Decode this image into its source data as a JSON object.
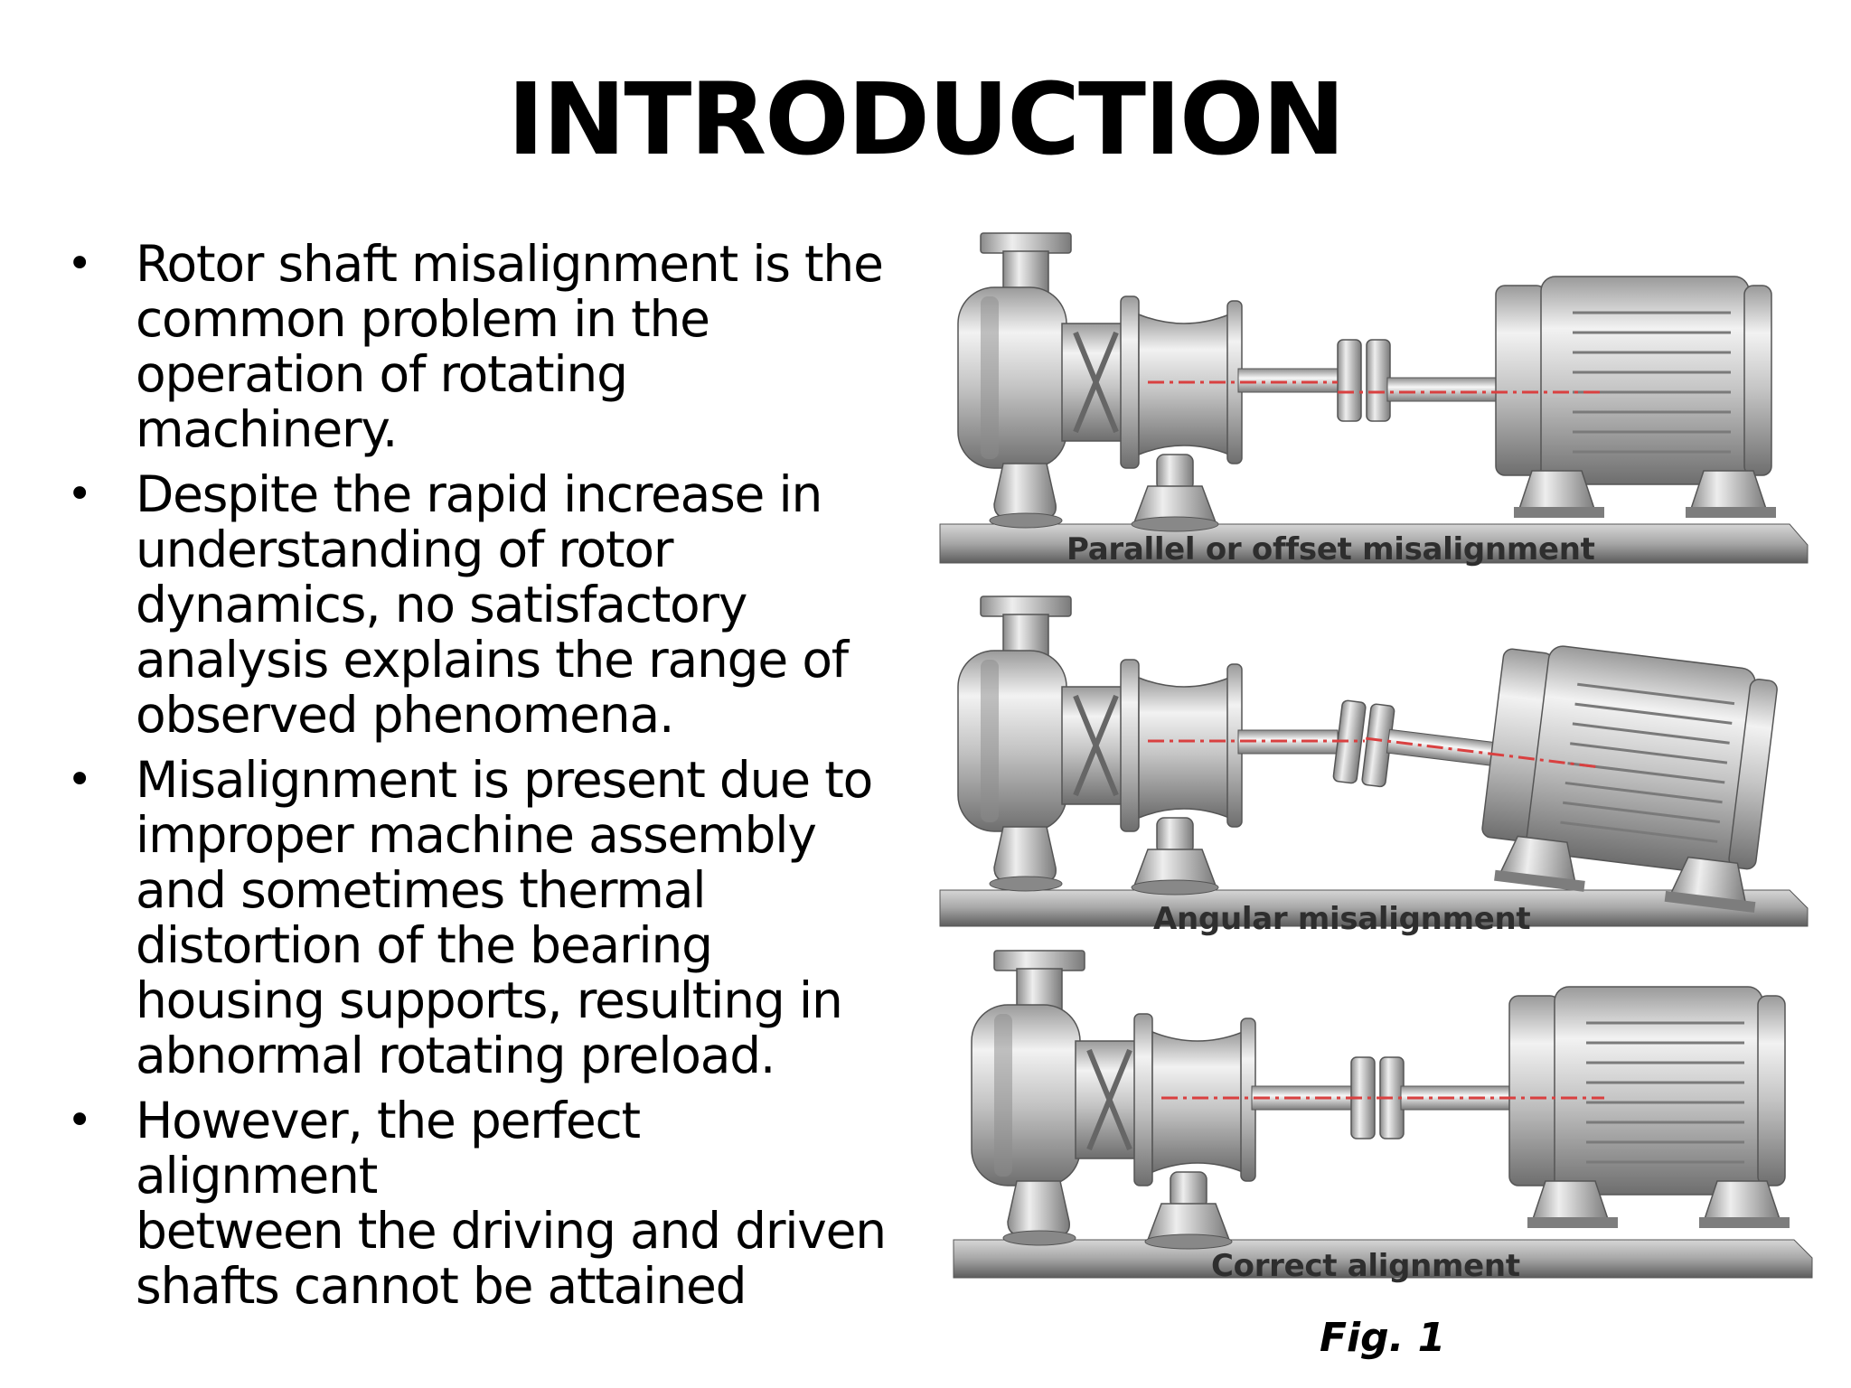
{
  "slide": {
    "title": "INTRODUCTION",
    "bullets": [
      "Rotor shaft misalignment is the common problem in the operation of rotating machinery.",
      "Despite the rapid increase in understanding of rotor dynamics, no satisfactory analysis explains the range of observed phenomena.",
      "Misalignment is present due to improper machine assembly and sometimes thermal distortion of the bearing housing supports, resulting in abnormal rotating preload.",
      "However, the perfect alignment between the driving and driven shafts cannot be attained"
    ],
    "bullet_lines": [
      [
        "Rotor shaft misalignment is the",
        "common problem in the",
        "operation of rotating",
        "machinery."
      ],
      [
        "Despite the rapid increase in",
        "understanding of rotor",
        "dynamics, no satisfactory",
        "analysis explains the range of",
        "observed phenomena."
      ],
      [
        "Misalignment is present due to",
        "improper machine assembly",
        "and sometimes thermal",
        "distortion of the bearing",
        "housing supports, resulting in",
        "abnormal rotating preload."
      ],
      [
        "However, the perfect alignment",
        "between the driving and driven",
        "shafts cannot be attained"
      ]
    ]
  },
  "figure": {
    "panels": [
      {
        "caption": "Parallel or offset misalignment",
        "type": "parallel"
      },
      {
        "caption": "Angular misalignment",
        "type": "angular"
      },
      {
        "caption": "Correct alignment",
        "type": "correct"
      }
    ],
    "label": "Fig. 1",
    "colors": {
      "metal_light": "#e8e8e8",
      "metal_mid": "#b8b8b8",
      "metal_dark": "#7a7a7a",
      "axis_line": "#d94040",
      "base": "#8f8f8f"
    }
  }
}
